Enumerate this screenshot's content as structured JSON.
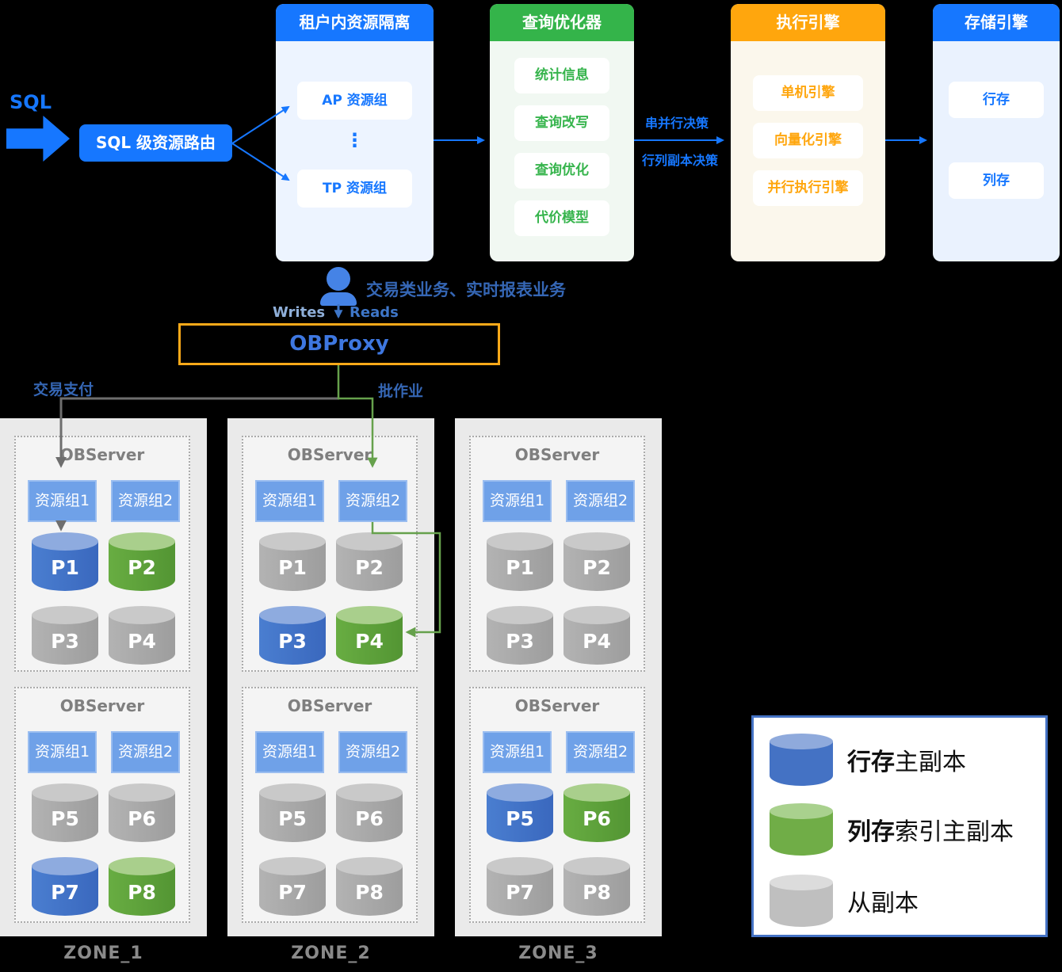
{
  "colors": {
    "accent_blue": "#1677FF",
    "optimizer_green": "#34B44A",
    "execution_orange": "#FFA60D",
    "proxy_border_orange": "#FBA919",
    "row_primary_blue": "#3E72C8",
    "col_primary_green": "#5CA23A",
    "follower_gray": "#A9A9A9"
  },
  "sql_flow": {
    "sql": "SQL",
    "router": "SQL 级资源路由"
  },
  "pillars": {
    "isolation": {
      "title": "租户内资源隔离",
      "ap": "AP 资源组",
      "ellipsis": "⋮",
      "tp": "TP 资源组"
    },
    "optimizer": {
      "title": "查询优化器",
      "items": [
        "统计信息",
        "查询改写",
        "查询优化",
        "代价模型"
      ]
    },
    "execution": {
      "title": "执行引擎",
      "items": [
        "单机引擎",
        "向量化引擎",
        "并行执行引擎"
      ]
    },
    "storage": {
      "title": "存储引擎",
      "items": [
        "行存",
        "列存"
      ]
    }
  },
  "decisions": {
    "serial_parallel": "串并行决策",
    "row_col_replica": "行列副本决策"
  },
  "access": {
    "caption": "交易类业务、实时报表业务",
    "writes": "Writes",
    "reads": "Reads",
    "proxy": "OBProxy",
    "left_branch": "交易支付",
    "right_branch": "批作业"
  },
  "zones": [
    {
      "name": "ZONE_1",
      "servers": [
        {
          "title": "OBServer",
          "groups": [
            "资源组1",
            "资源组2"
          ],
          "partitions": [
            {
              "label": "P1",
              "type": "row-primary"
            },
            {
              "label": "P2",
              "type": "col-primary"
            },
            {
              "label": "P3",
              "type": "follower"
            },
            {
              "label": "P4",
              "type": "follower"
            }
          ]
        },
        {
          "title": "OBServer",
          "groups": [
            "资源组1",
            "资源组2"
          ],
          "partitions": [
            {
              "label": "P5",
              "type": "follower"
            },
            {
              "label": "P6",
              "type": "follower"
            },
            {
              "label": "P7",
              "type": "row-primary"
            },
            {
              "label": "P8",
              "type": "col-primary"
            }
          ]
        }
      ]
    },
    {
      "name": "ZONE_2",
      "servers": [
        {
          "title": "OBServer",
          "groups": [
            "资源组1",
            "资源组2"
          ],
          "partitions": [
            {
              "label": "P1",
              "type": "follower"
            },
            {
              "label": "P2",
              "type": "follower"
            },
            {
              "label": "P3",
              "type": "row-primary"
            },
            {
              "label": "P4",
              "type": "col-primary"
            }
          ]
        },
        {
          "title": "OBServer",
          "groups": [
            "资源组1",
            "资源组2"
          ],
          "partitions": [
            {
              "label": "P5",
              "type": "follower"
            },
            {
              "label": "P6",
              "type": "follower"
            },
            {
              "label": "P7",
              "type": "follower"
            },
            {
              "label": "P8",
              "type": "follower"
            }
          ]
        }
      ]
    },
    {
      "name": "ZONE_3",
      "servers": [
        {
          "title": "OBServer",
          "groups": [
            "资源组1",
            "资源组2"
          ],
          "partitions": [
            {
              "label": "P1",
              "type": "follower"
            },
            {
              "label": "P2",
              "type": "follower"
            },
            {
              "label": "P3",
              "type": "follower"
            },
            {
              "label": "P4",
              "type": "follower"
            }
          ]
        },
        {
          "title": "OBServer",
          "groups": [
            "资源组1",
            "资源组2"
          ],
          "partitions": [
            {
              "label": "P5",
              "type": "row-primary"
            },
            {
              "label": "P6",
              "type": "col-primary"
            },
            {
              "label": "P7",
              "type": "follower"
            },
            {
              "label": "P8",
              "type": "follower"
            }
          ]
        }
      ]
    }
  ],
  "legend": {
    "items": [
      {
        "type": "row-primary",
        "strong": "行存",
        "rest": "主副本"
      },
      {
        "type": "col-primary",
        "strong": "列存",
        "rest": "索引主副本"
      },
      {
        "type": "follower",
        "strong": "",
        "rest": "从副本"
      }
    ]
  }
}
